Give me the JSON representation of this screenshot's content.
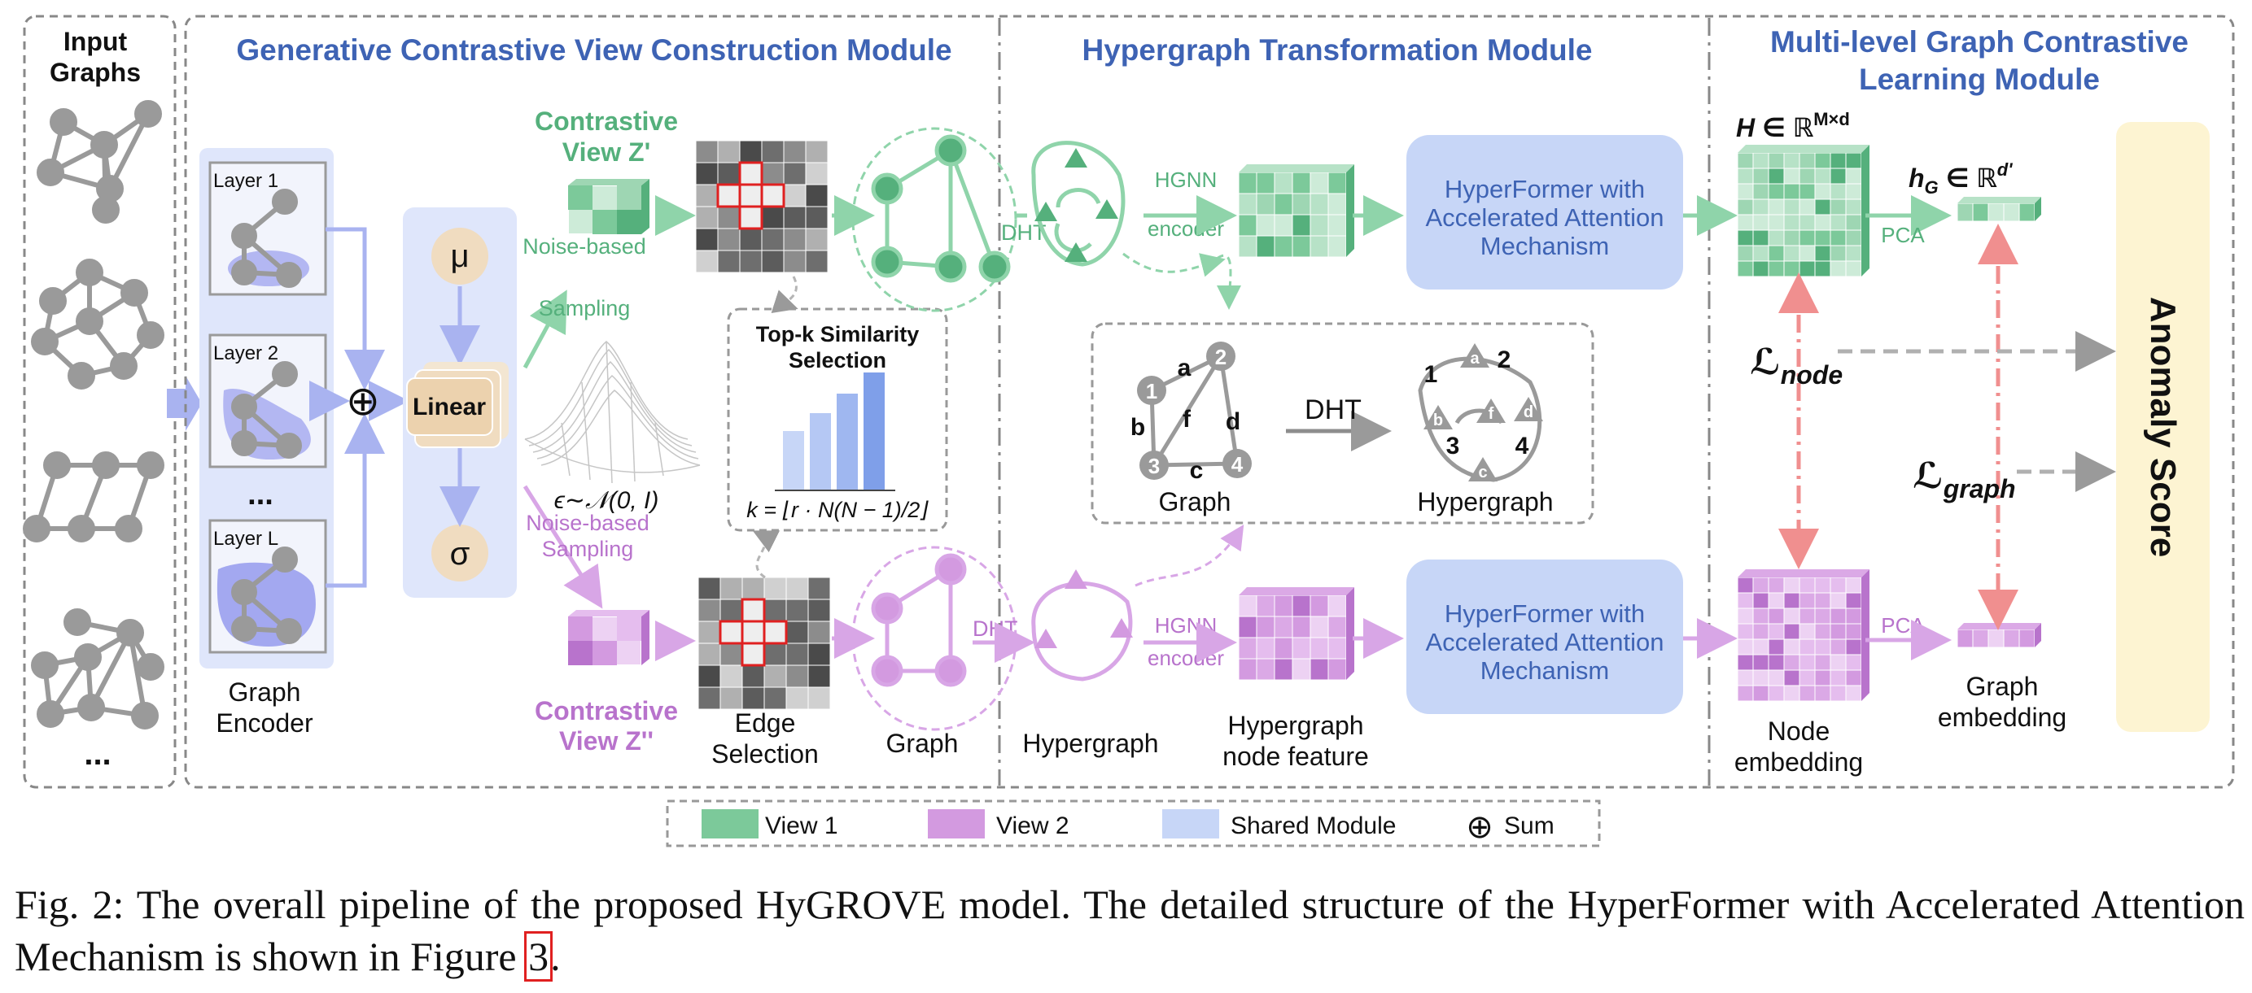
{
  "colors": {
    "view1": "#7cc99a",
    "view1_dark": "#55b07c",
    "view2": "#d39ae0",
    "view2_dark": "#b873cc",
    "shared": "#c7d6f7",
    "title_blue": "#3e63b4",
    "anomaly_bg": "#fdf4d2",
    "red_dash": "#f08f8f"
  },
  "titles": {
    "input_graphs_1": "Input",
    "input_graphs_2": "Graphs",
    "gcvc": "Generative Contrastive View Construction Module",
    "hypertrans": "Hypergraph Transformation Module",
    "mlgcl_1": "Multi-level Graph Contrastive",
    "mlgcl_2": "Learning  Module"
  },
  "encoder": {
    "layer1": "Layer 1",
    "layer2": "Layer 2",
    "dots": "...",
    "layerL": "Layer L",
    "label1": "Graph",
    "label2": "Encoder",
    "linear": "Linear",
    "mu": "μ",
    "sigma": "σ",
    "sum_symbol": "⊕",
    "epsilon": "ϵ∼𝒩(0, I)"
  },
  "views": {
    "v1_label_1": "Contrastive",
    "v1_label_2": "View Z'",
    "v2_label_1": "Contrastive",
    "v2_label_2": "View Z''",
    "noise1_1": "Noise-based",
    "noise1_2": "Sampling",
    "noise2_1": "Noise-based",
    "noise2_2": "Sampling"
  },
  "topk": {
    "title1": "Top-k Similarity",
    "title2": "Selection",
    "formula": "k = ⌊r · N(N − 1)/2⌋"
  },
  "labels": {
    "edge_sel_1": "Edge",
    "edge_sel_2": "Selection",
    "graph": "Graph",
    "hypergraph": "Hypergraph",
    "hg_feat_1": "Hypergraph",
    "hg_feat_2": "node feature",
    "dht1": "DHT",
    "dht2": "DHT",
    "hgnn1_1": "HGNN",
    "hgnn1_2": "encoder",
    "hgnn2_1": "HGNN",
    "hgnn2_2": "encoder",
    "hyperformer1_1": "HyperFormer with",
    "hyperformer1_2": "Accelerated Attention",
    "hyperformer1_3": "Mechanism",
    "hyperformer2_1": "HyperFormer with",
    "hyperformer2_2": "Accelerated Attention",
    "hyperformer2_3": "Mechanism",
    "H": "H ∈ ℝ",
    "H_sup": "M×d",
    "hG": "h",
    "hG_sub": "G",
    "hG_in": " ∈ ℝ",
    "hG_sup": "d'",
    "pca1": "PCA",
    "pca2": "PCA",
    "L_node": "ℒ",
    "L_node_sub": "node",
    "L_graph": "ℒ",
    "L_graph_sub": "graph",
    "node_emb_1": "Node",
    "node_emb_2": "embedding",
    "graph_emb_1": "Graph",
    "graph_emb_2": "embedding",
    "anomaly": "Anomaly Score",
    "input_dots": "..."
  },
  "inset": {
    "graph": "Graph",
    "hypergraph": "Hypergraph",
    "dht": "DHT",
    "nodes": [
      "1",
      "2",
      "3",
      "4"
    ],
    "edges": [
      "a",
      "b",
      "c",
      "d",
      "f"
    ],
    "h_nums": [
      "1",
      "2",
      "3",
      "4"
    ],
    "h_letters": [
      "a",
      "b",
      "c",
      "d",
      "f"
    ]
  },
  "legend": {
    "view1": "View 1",
    "view2": "View 2",
    "shared": "Shared Module",
    "sum": "Sum",
    "sum_symbol": "⊕"
  },
  "caption": {
    "prefix": "Fig. 2: The overall pipeline of the proposed HyGROVE model. The detailed structure of the HyperFormer with Accelerated Attention Mechanism is shown in Figure ",
    "ref": "3",
    "suffix": "."
  }
}
